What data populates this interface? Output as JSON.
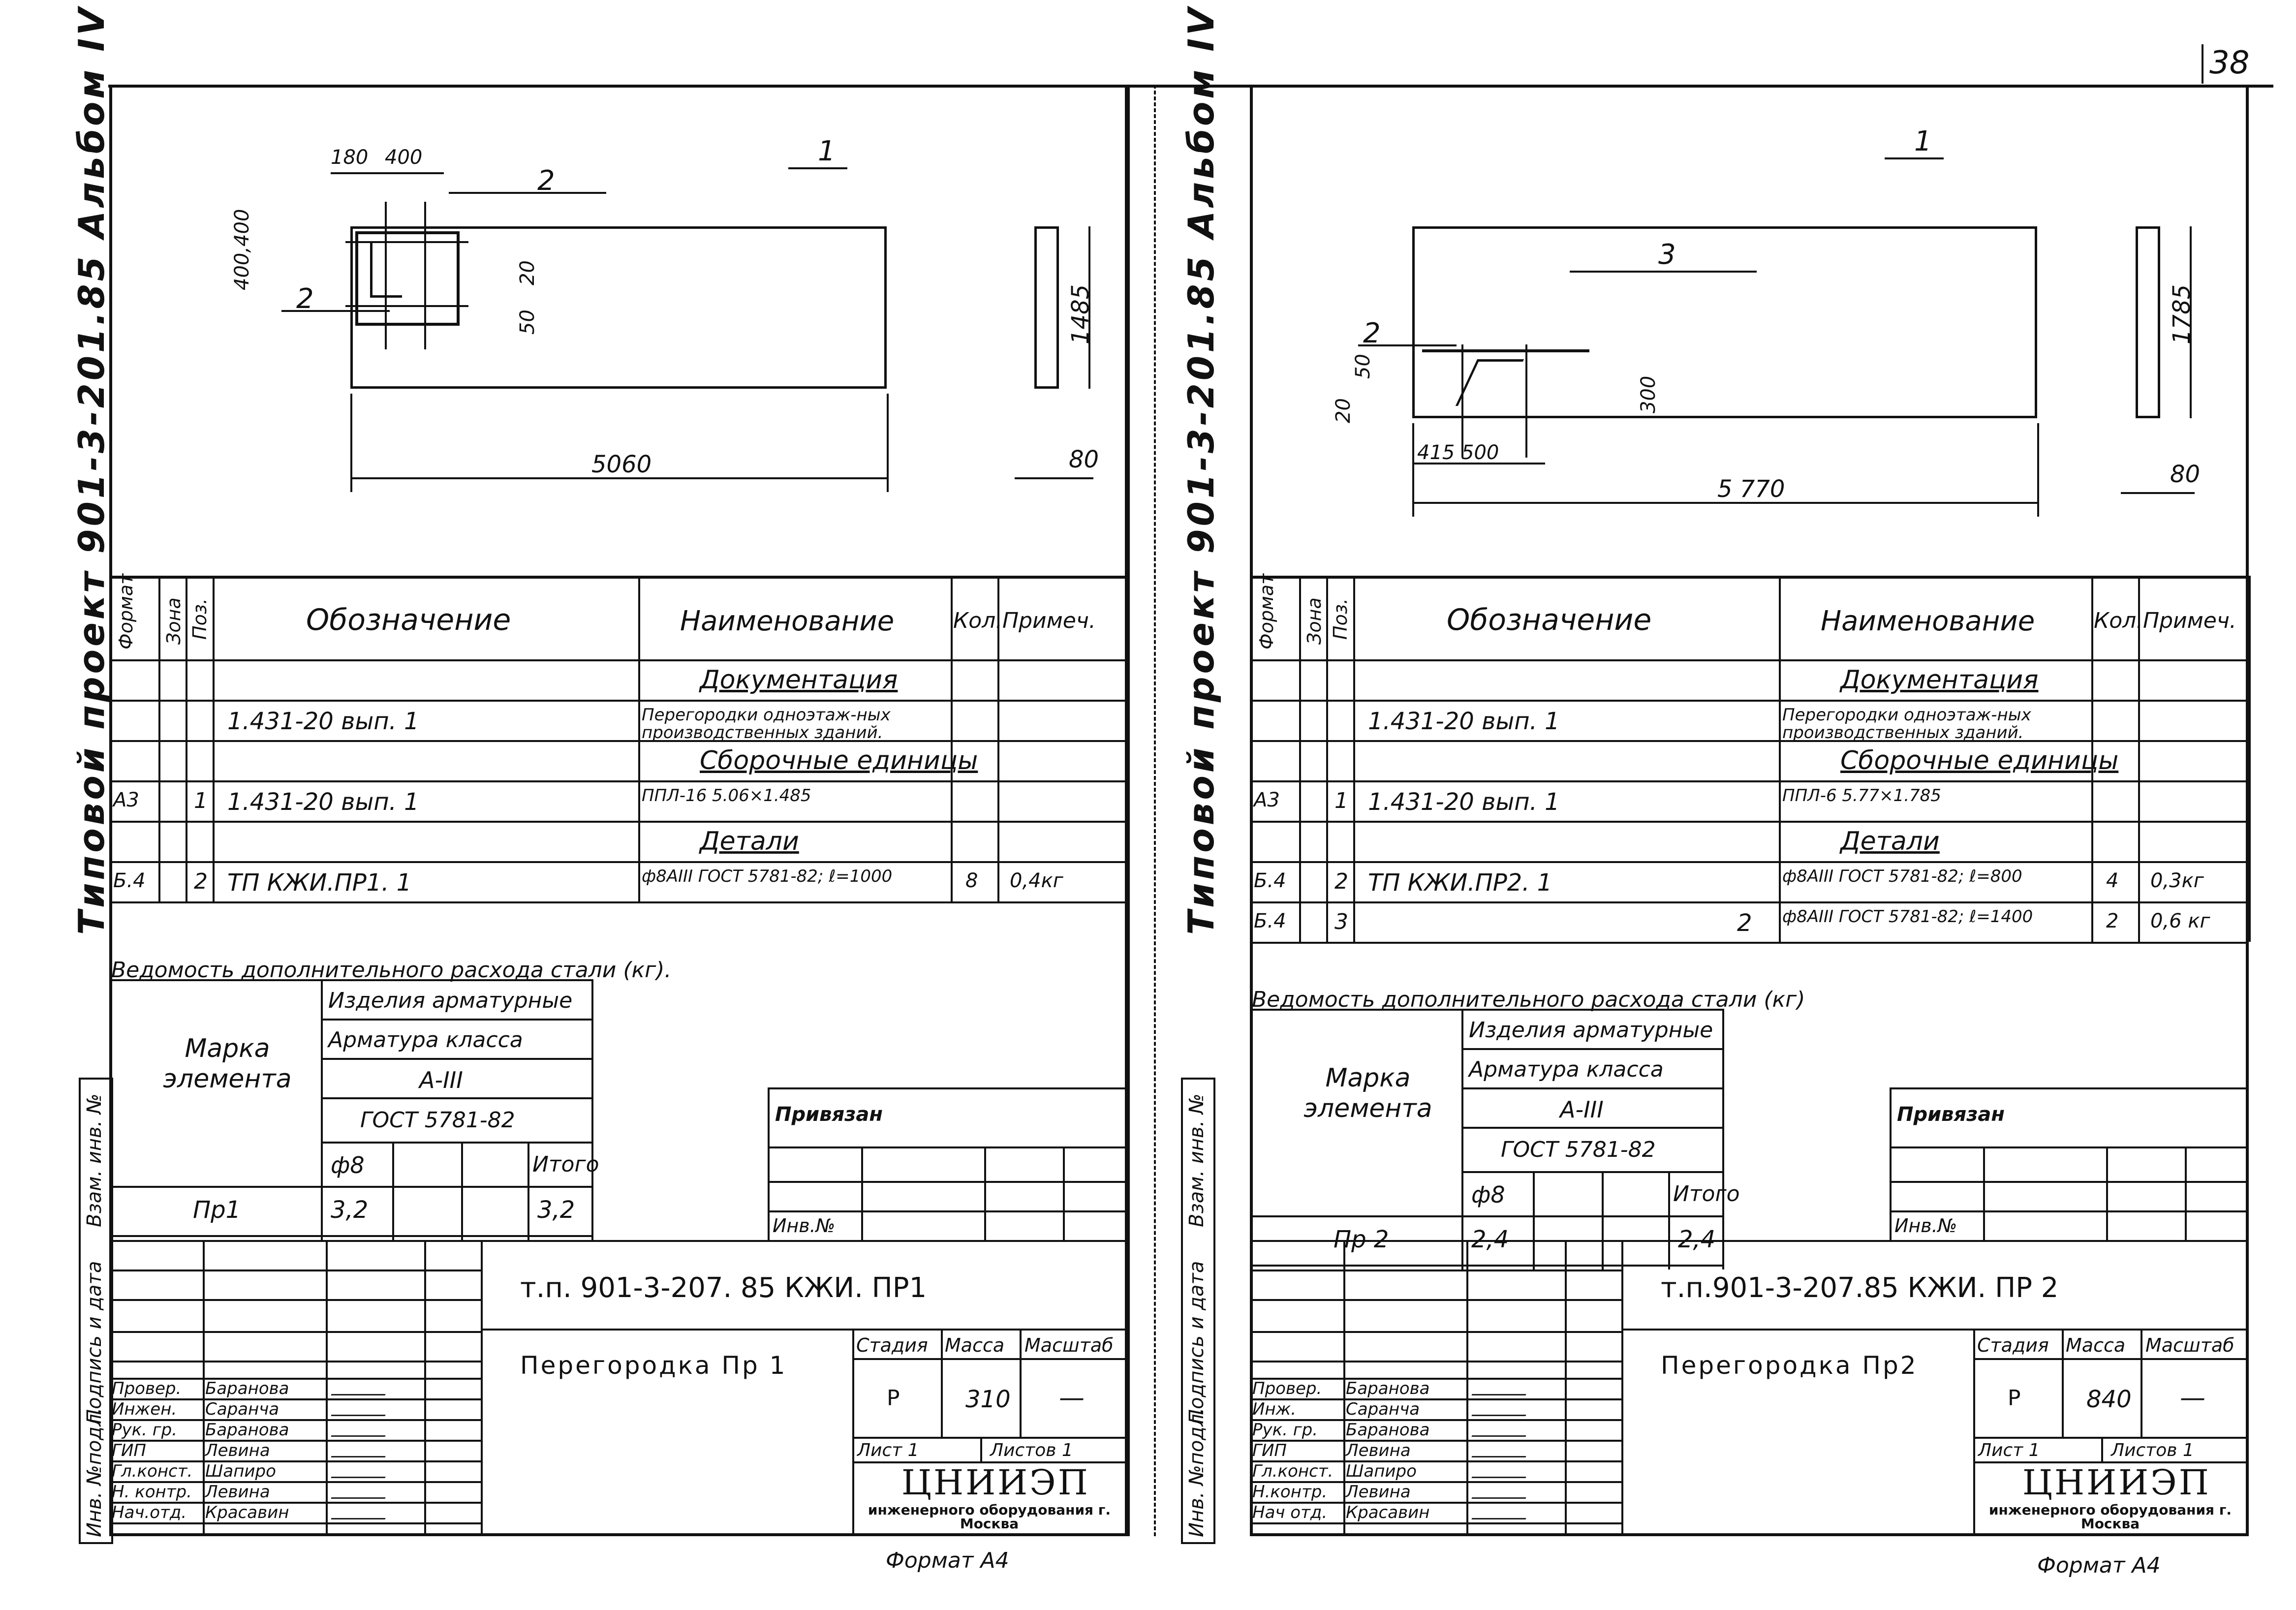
{
  "page_number": "38",
  "footer_format": "Формат А4",
  "left_margin": {
    "series": "Типовой проект 901-3-201.85 Альбом IV",
    "stamp_labels": [
      "Инв. №подл.",
      "Подпись и дата",
      "Взам. инв. №"
    ]
  },
  "sheets": [
    {
      "id": "pr1",
      "drawing": {
        "length": "5060",
        "height": "1485",
        "thickness": "80",
        "dims_small": [
          "180",
          "400",
          "400,400",
          "50",
          "20"
        ],
        "callouts": [
          "1",
          "2",
          "2"
        ]
      },
      "spec_headers": [
        "Формат",
        "Зона",
        "Поз.",
        "Обозначение",
        "Наименование",
        "Кол.",
        "Примеч."
      ],
      "spec_rows": [
        {
          "fmt": "",
          "zone": "",
          "pos": "",
          "code": "",
          "name": "Документация",
          "qty": "",
          "note": ""
        },
        {
          "fmt": "",
          "zone": "",
          "pos": "",
          "code": "1.431-20    вып. 1",
          "name": "Перегородки одноэтаж-ных производственных зданий.",
          "qty": "",
          "note": ""
        },
        {
          "fmt": "",
          "zone": "",
          "pos": "",
          "code": "",
          "name": "Сборочные единицы",
          "qty": "",
          "note": ""
        },
        {
          "fmt": "А3",
          "zone": "",
          "pos": "1",
          "code": "1.431-20    вып. 1",
          "name": "ППЛ-16  5.06×1.485",
          "qty": "",
          "note": ""
        },
        {
          "fmt": "",
          "zone": "",
          "pos": "",
          "code": "",
          "name": "Детали",
          "qty": "",
          "note": ""
        },
        {
          "fmt": "Б.4",
          "zone": "",
          "pos": "2",
          "code": "ТП        КЖИ.ПР1. 1",
          "name": "ф8АIII ГОСТ 5781-82; ℓ=1000",
          "qty": "8",
          "note": "0,4кг"
        }
      ],
      "steel_title": "Ведомость дополнительного расхода стали (кг).",
      "steel": {
        "mark_header": "Марка элемента",
        "h1": "Изделия арматурные",
        "h2": "Арматура класса",
        "h3": "А-III",
        "h4": "ГОСТ 5781-82",
        "dia": "ф8",
        "total_header": "Итого",
        "mark": "Пр1",
        "value": "3,2",
        "total": "3,2"
      },
      "bound_label": "Привязан",
      "inv_label": "Инв.№",
      "doc_code": "т.п. 901-3-207. 85    КЖИ.  ПР1",
      "title": "Перегородка  Пр 1",
      "staff": [
        {
          "role": "Провер.",
          "name": "Баранова"
        },
        {
          "role": "Инжен.",
          "name": "Саранча"
        },
        {
          "role": "Рук. гр.",
          "name": "Баранова"
        },
        {
          "role": "ГИП",
          "name": "Левина"
        },
        {
          "role": "Гл.конст.",
          "name": "Шапиро"
        },
        {
          "role": "Н. контр.",
          "name": "Левина"
        },
        {
          "role": "Нач.отд.",
          "name": "Красавин"
        }
      ],
      "stage_header": "Стадия",
      "mass_header": "Масса",
      "scale_header": "Масштаб",
      "stage": "Р",
      "mass": "310",
      "scale": "—",
      "sheet_label": "Лист 1",
      "sheets_label": "Листов 1",
      "org": "ЦНИИЭП",
      "org_sub": "инженерного оборудования г. Москва"
    },
    {
      "id": "pr2",
      "drawing": {
        "length": "5 770",
        "height": "1785",
        "thickness": "80",
        "dims_small": [
          "415",
          "500",
          "300",
          "20",
          "50"
        ],
        "callouts": [
          "1",
          "3",
          "2"
        ]
      },
      "spec_headers": [
        "Формат",
        "Зона",
        "Поз.",
        "Обозначение",
        "Наименование",
        "Кол.",
        "Примеч."
      ],
      "spec_rows": [
        {
          "fmt": "",
          "zone": "",
          "pos": "",
          "code": "",
          "name": "Документация",
          "qty": "",
          "note": ""
        },
        {
          "fmt": "",
          "zone": "",
          "pos": "",
          "code": "1.431-20    вып. 1",
          "name": "Перегородки одноэтаж-ных производственных зданий.",
          "qty": "",
          "note": ""
        },
        {
          "fmt": "",
          "zone": "",
          "pos": "",
          "code": "",
          "name": "Сборочные единицы",
          "qty": "",
          "note": ""
        },
        {
          "fmt": "А3",
          "zone": "",
          "pos": "1",
          "code": "1.431-20    вып. 1",
          "name": "ППЛ-6  5.77×1.785",
          "qty": "",
          "note": ""
        },
        {
          "fmt": "",
          "zone": "",
          "pos": "",
          "code": "",
          "name": "Детали",
          "qty": "",
          "note": ""
        },
        {
          "fmt": "Б.4",
          "zone": "",
          "pos": "2",
          "code": "ТП        КЖИ.ПР2. 1",
          "name": "ф8АIII ГОСТ 5781-82; ℓ=800",
          "qty": "4",
          "note": "0,3кг"
        },
        {
          "fmt": "Б.4",
          "zone": "",
          "pos": "3",
          "code": "2",
          "name": "ф8АIII ГОСТ 5781-82; ℓ=1400",
          "qty": "2",
          "note": "0,6 кг"
        }
      ],
      "steel_title": "Ведомость дополнительного расхода стали (кг)",
      "steel": {
        "mark_header": "Марка элемента",
        "h1": "Изделия арматурные",
        "h2": "Арматура класса",
        "h3": "А-III",
        "h4": "ГОСТ 5781-82",
        "dia": "ф8",
        "total_header": "Итого",
        "mark": "Пр 2",
        "value": "2,4",
        "total": "2,4"
      },
      "bound_label": "Привязан",
      "inv_label": "Инв.№",
      "doc_code": "т.п.901-3-207.85    КЖИ. ПР 2",
      "title": "Перегородка  Пр2",
      "staff": [
        {
          "role": "Провер.",
          "name": "Баранова"
        },
        {
          "role": "Инж.",
          "name": "Саранча"
        },
        {
          "role": "Рук. гр.",
          "name": "Баранова"
        },
        {
          "role": "ГИП",
          "name": "Левина"
        },
        {
          "role": "Гл.конст.",
          "name": "Шапиро"
        },
        {
          "role": "Н.контр.",
          "name": "Левина"
        },
        {
          "role": "Нач отд.",
          "name": "Красавин"
        }
      ],
      "stage_header": "Стадия",
      "mass_header": "Масса",
      "scale_header": "Масштаб",
      "stage": "Р",
      "mass": "840",
      "scale": "—",
      "sheet_label": "Лист 1",
      "sheets_label": "Листов 1",
      "org": "ЦНИИЭП",
      "org_sub": "инженерного оборудования г. Москва"
    }
  ]
}
